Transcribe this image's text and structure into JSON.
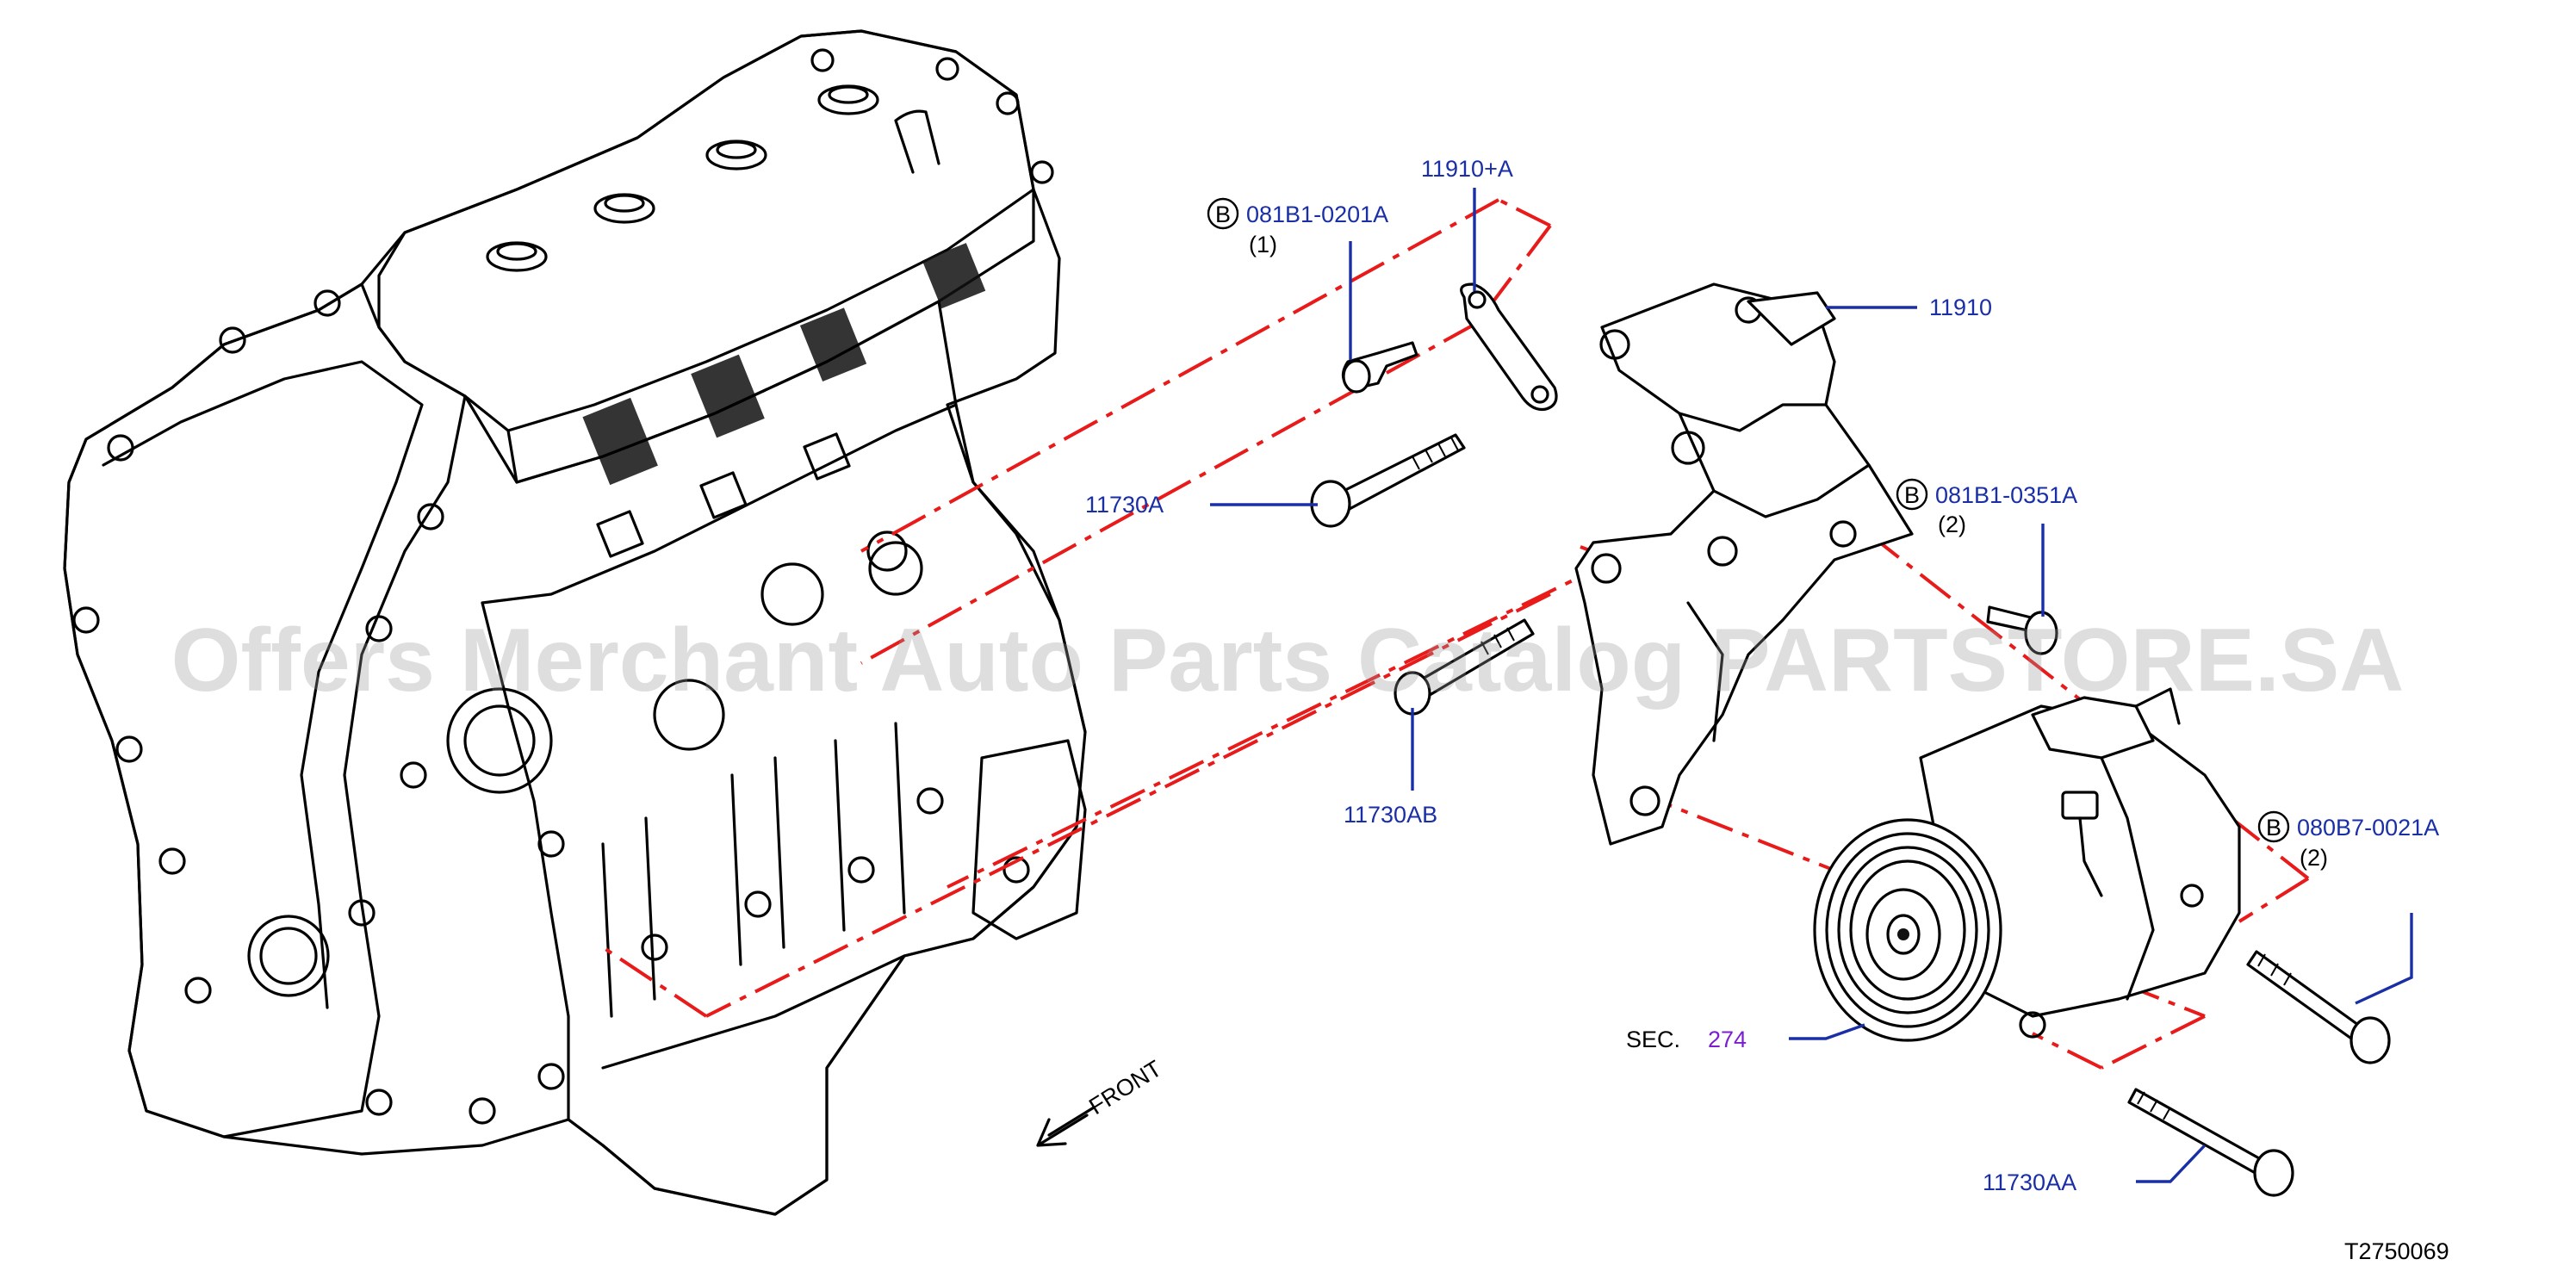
{
  "watermark": "Offers Merchant Auto Parts Catalog PARTSTORE.SA",
  "diagram_id": "T2750069",
  "front_label": "FRONT",
  "sec_ref": {
    "prefix": "SEC.",
    "number": "274"
  },
  "callouts": [
    {
      "id": "11910_plus_a",
      "text": "11910+A"
    },
    {
      "id": "081b1_0201a",
      "badge": "B",
      "text": "081B1-0201A",
      "qty": "(1)"
    },
    {
      "id": "11910",
      "text": "11910"
    },
    {
      "id": "11730a",
      "text": "11730A"
    },
    {
      "id": "081b1_0351a",
      "badge": "B",
      "text": "081B1-0351A",
      "qty": "(2)"
    },
    {
      "id": "11730ab",
      "text": "11730AB"
    },
    {
      "id": "080b7_0021a",
      "badge": "B",
      "text": "080B7-0021A",
      "qty": "(2)"
    },
    {
      "id": "11730aa",
      "text": "11730AA"
    }
  ],
  "colors": {
    "callout": "#1a2fa6",
    "section_ref": "#7a1fd0",
    "guide_lines": "#e81a1a",
    "line_art": "#000000"
  }
}
